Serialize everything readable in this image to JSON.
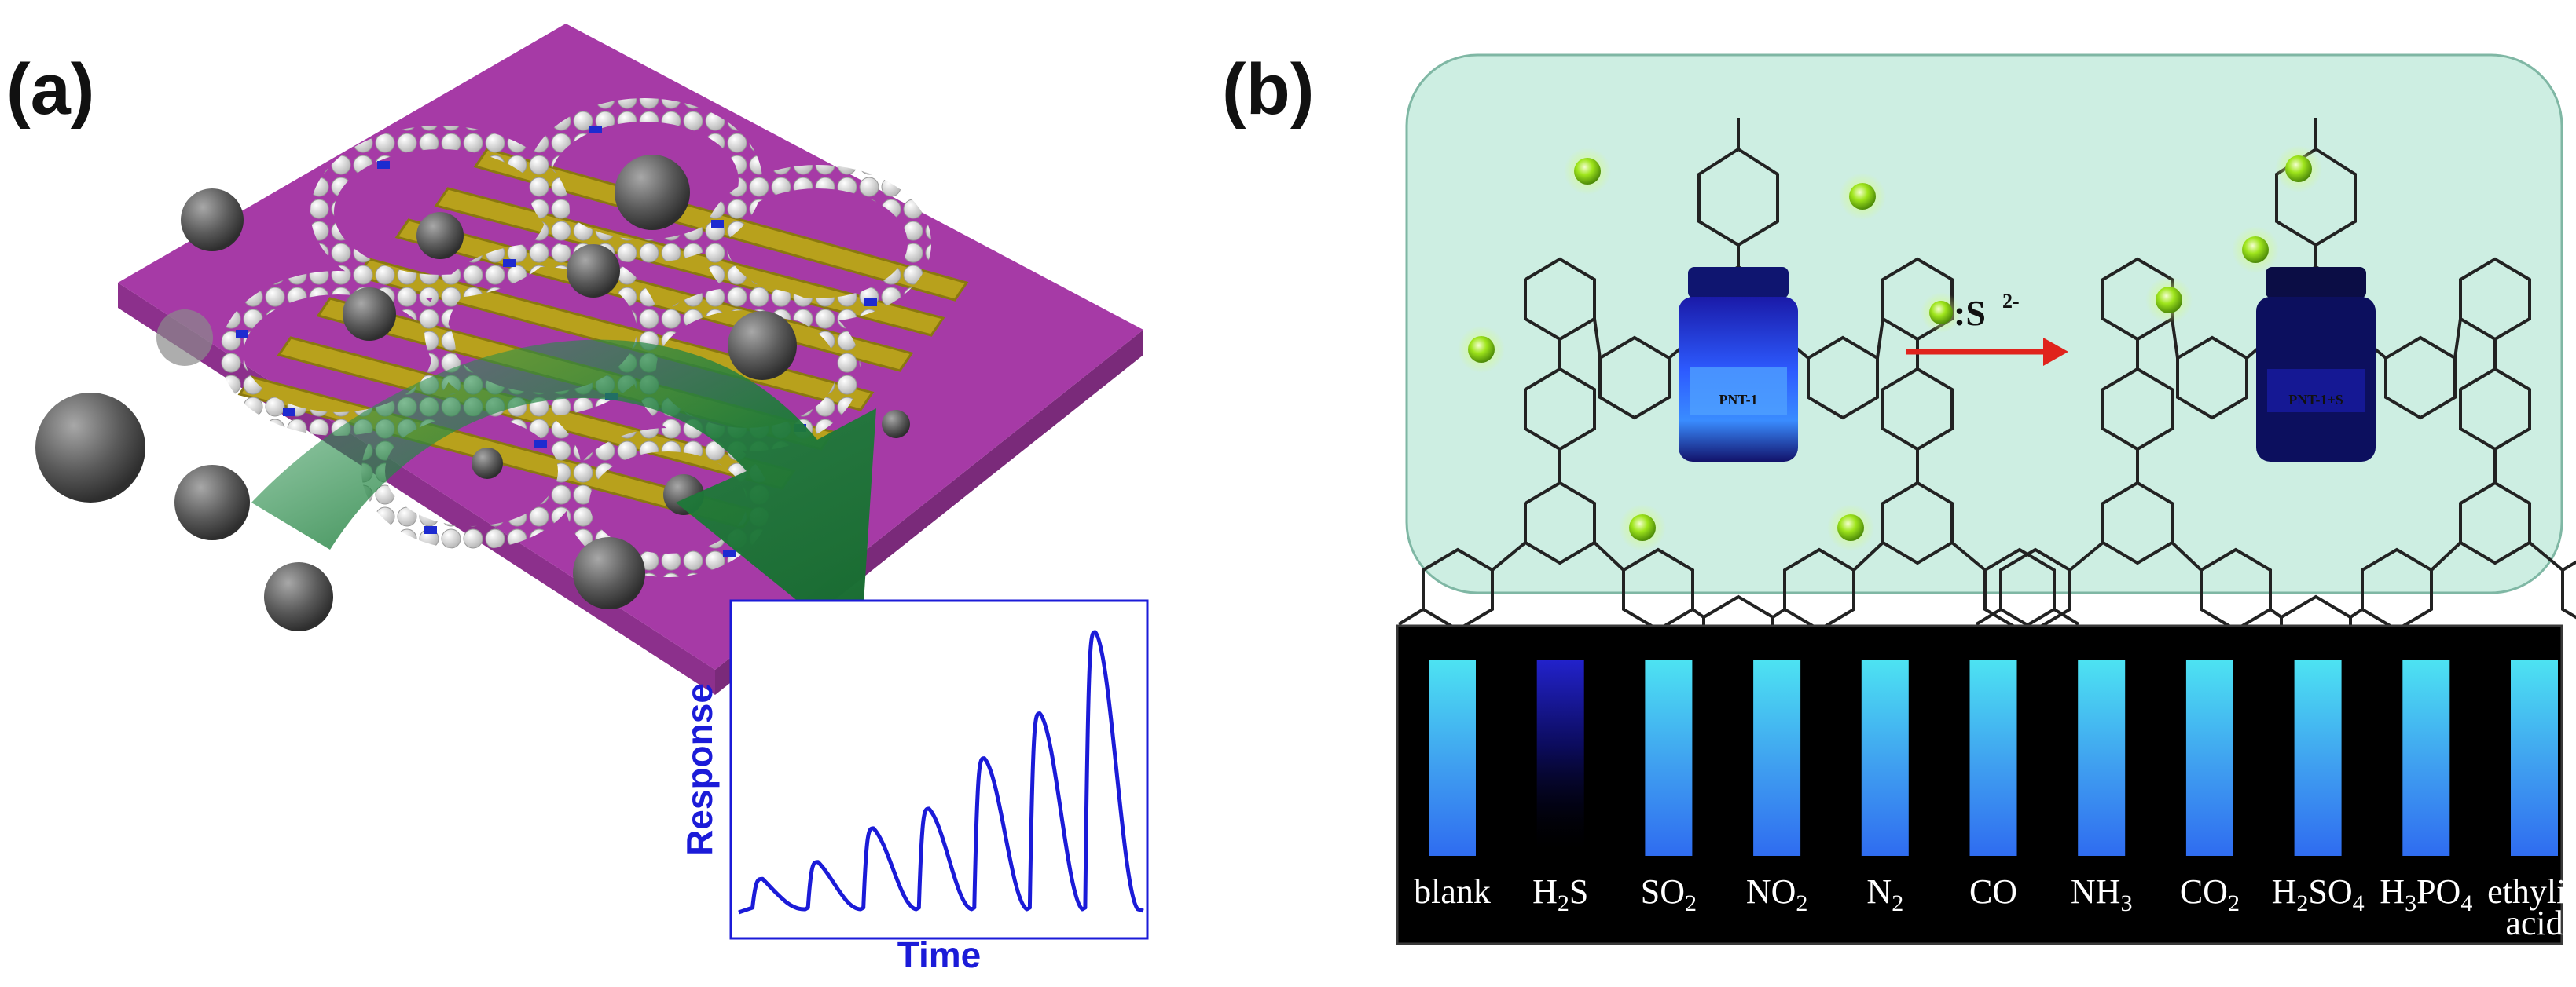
{
  "panel_a": {
    "label": "(a)",
    "inset": {
      "ylabel": "Response",
      "xlabel": "Time",
      "peaks": [
        0.12,
        0.18,
        0.3,
        0.37,
        0.55,
        0.71,
        1.0
      ]
    },
    "colors": {
      "substrate": "#a63aa6",
      "electrodes": "#b8a11c",
      "arrow": "#1f7a3a",
      "trace": "#1b1bd8"
    }
  },
  "panel_b": {
    "label": "(b)",
    "scheme": {
      "reagent_label": ":S",
      "reagent_charge": "2-",
      "vial_left_label": "PNT-1",
      "vial_right_label": "PNT-1+S"
    },
    "strips": [
      {
        "label": "blank",
        "response": "bright"
      },
      {
        "label": "H",
        "sub": "2",
        "after": "S",
        "response": "quenched"
      },
      {
        "label": "SO",
        "sub": "2",
        "response": "bright"
      },
      {
        "label": "NO",
        "sub": "2",
        "response": "bright"
      },
      {
        "label": "N",
        "sub": "2",
        "response": "bright"
      },
      {
        "label": "CO",
        "response": "bright"
      },
      {
        "label": "NH",
        "sub": "3",
        "response": "bright"
      },
      {
        "label": "CO",
        "sub": "2",
        "response": "bright"
      },
      {
        "label": "H",
        "sub": "2",
        "after": "SO",
        "sub2": "4",
        "response": "bright"
      },
      {
        "label": "H",
        "sub": "3",
        "after": "PO",
        "sub2": "4",
        "response": "bright"
      },
      {
        "label": "ethylic",
        "line2": "acid",
        "response": "bright"
      }
    ],
    "colors": {
      "scheme_bg": "#cdeee2",
      "strip_bg": "#000000",
      "arrow": "#e0231c",
      "dot": "#9fe51c"
    }
  }
}
